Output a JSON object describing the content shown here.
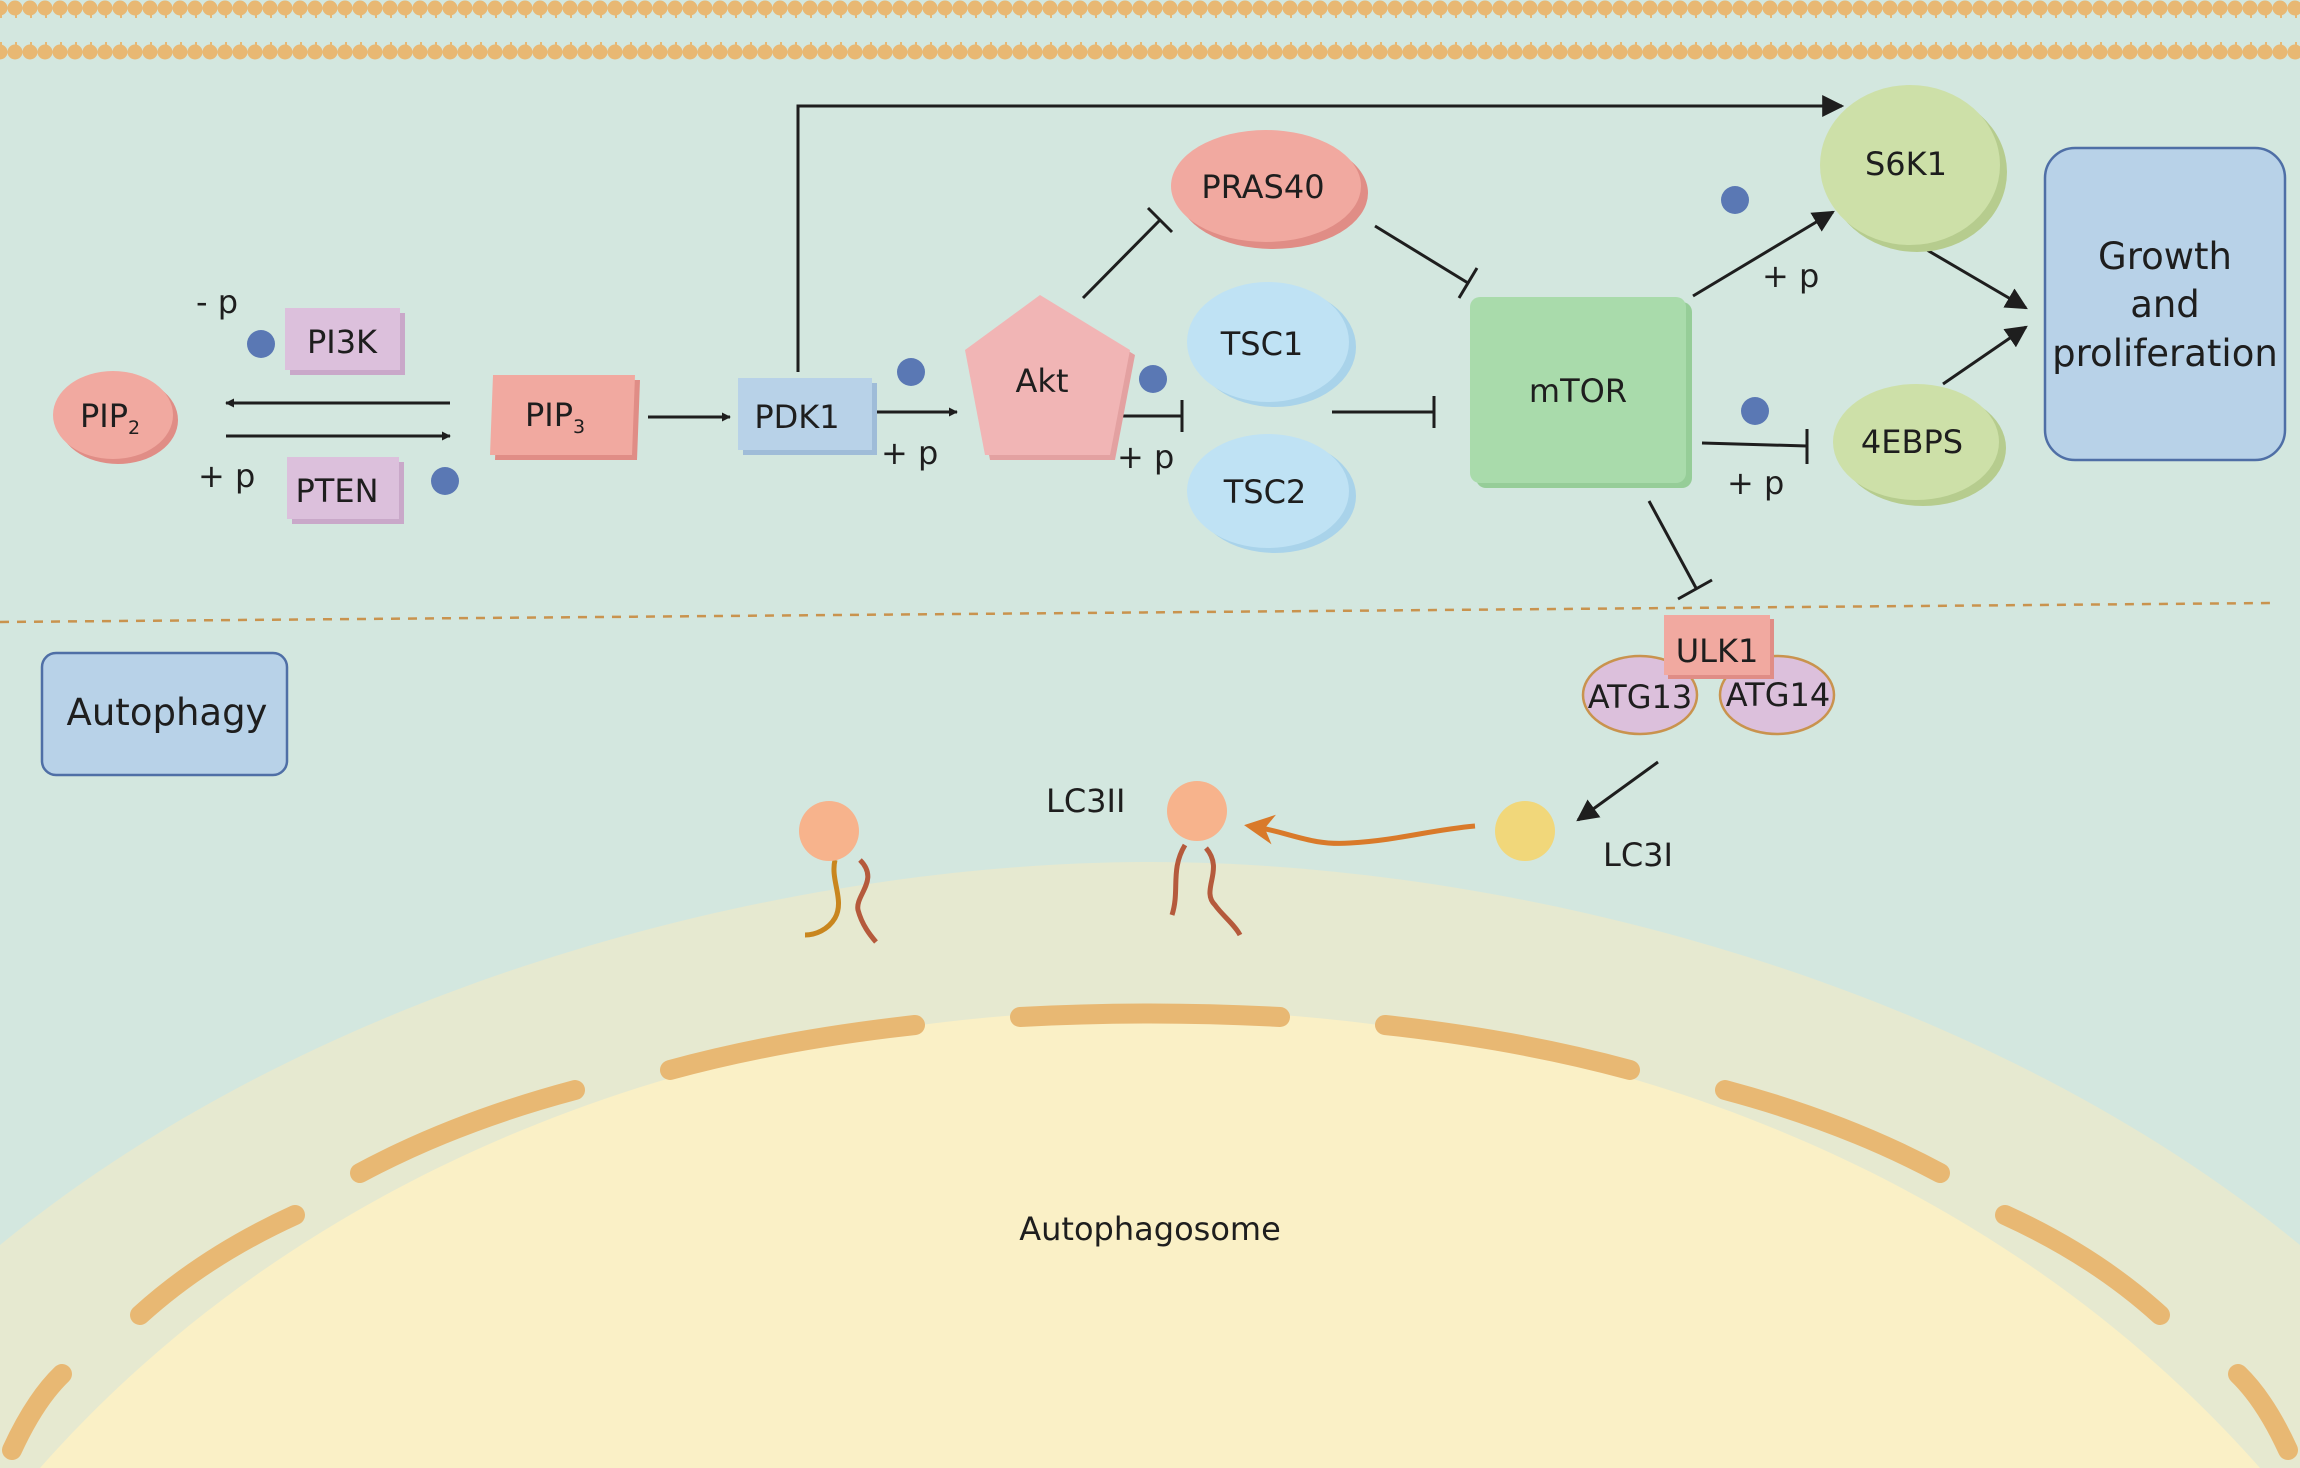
{
  "nodes": {
    "pip2": {
      "label": "PIP",
      "sub": "2"
    },
    "pip3": {
      "label": "PIP",
      "sub": "3"
    },
    "pi3k": "PI3K",
    "pten": "PTEN",
    "pdk1": "PDK1",
    "akt": "Akt",
    "pras40": "PRAS40",
    "tsc1": "TSC1",
    "tsc2": "TSC2",
    "mtor": "mTOR",
    "s6k1": "S6K1",
    "ebp": "4EBPS",
    "growth": [
      "Growth",
      "and",
      "proliferation"
    ],
    "ulk1": "ULK1",
    "atg13": "ATG13",
    "atg14": "ATG14",
    "lc3i": "LC3I",
    "lc3ii": "LC3II",
    "autophagy": "Autophagy",
    "autophagosome": "Autophagosome"
  },
  "annotations": {
    "minus_p": "- p",
    "plus_p": "+ p"
  },
  "colors": {
    "background": "#d3e7df",
    "membrane": "#e8b873",
    "pink_node": "#f1a9a0",
    "purple_node": "#dcc0dc",
    "blue_box": "#b8d2e8",
    "light_blue_node": "#bfe2f4",
    "green_node": "#cde0a8",
    "mtor_green": "#a9dbab",
    "phosphate": "#5a78b4",
    "lc3i_yellow": "#f1d77a",
    "lc3ii_peach": "#f7b38c",
    "autophagosome_fill": "#faf0c6",
    "orange_arrow": "#d97a2a"
  }
}
